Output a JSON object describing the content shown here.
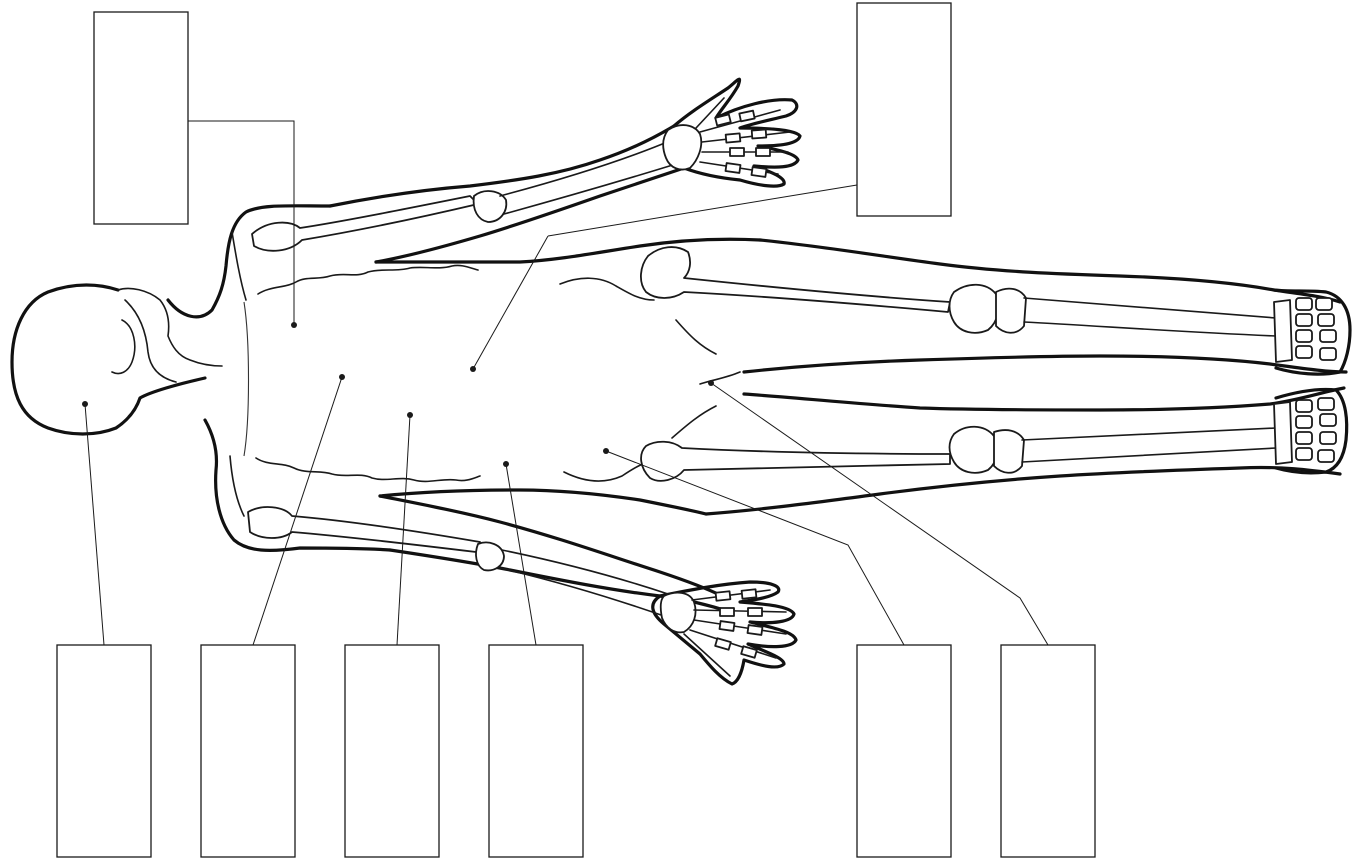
{
  "diagram": {
    "labels": [
      {
        "id": "label-1",
        "text": ""
      },
      {
        "id": "label-2",
        "text": ""
      },
      {
        "id": "label-3",
        "text": ""
      },
      {
        "id": "label-4",
        "text": ""
      },
      {
        "id": "label-5",
        "text": ""
      },
      {
        "id": "label-6",
        "text": ""
      },
      {
        "id": "label-7",
        "text": ""
      },
      {
        "id": "label-8",
        "text": ""
      },
      {
        "id": "label-9",
        "text": ""
      }
    ]
  }
}
